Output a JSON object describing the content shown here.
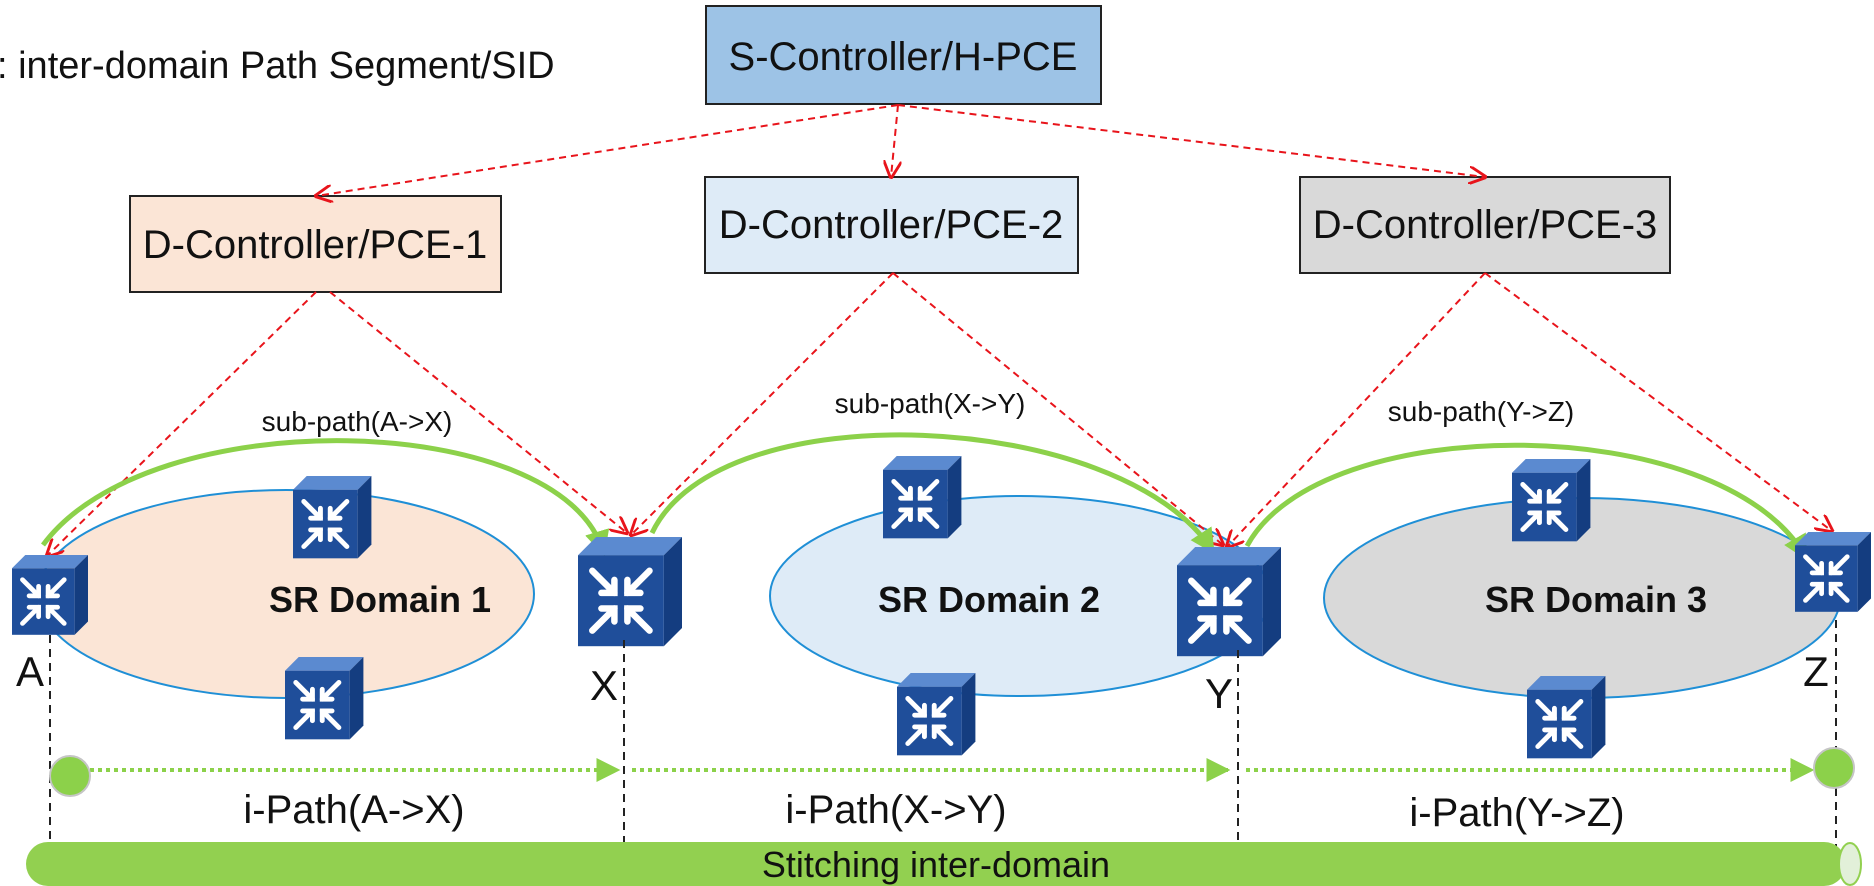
{
  "heading": ": inter-domain Path Segment/SID",
  "controllers": {
    "super": {
      "label": "S-Controller/H-PCE",
      "fill": "#9dc3e6"
    },
    "domain": [
      {
        "label": "D-Controller/PCE-1",
        "fill": "#fbe5d6"
      },
      {
        "label": "D-Controller/PCE-2",
        "fill": "#deebf7"
      },
      {
        "label": "D-Controller/PCE-3",
        "fill": "#d9d9d9"
      }
    ]
  },
  "domains": [
    {
      "label": "SR Domain 1",
      "fill": "#fbe5d6"
    },
    {
      "label": "SR Domain 2",
      "fill": "#deebf7"
    },
    {
      "label": "SR Domain 3",
      "fill": "#d9d9d9"
    }
  ],
  "nodes": [
    "A",
    "X",
    "Y",
    "Z"
  ],
  "sub_paths": [
    "sub-path(A->X)",
    "sub-path(X->Y)",
    "sub-path(Y->Z)"
  ],
  "i_paths": [
    "i-Path(A->X)",
    "i-Path(X->Y)",
    "i-Path(Y->Z)"
  ],
  "stitching": "Stitching inter-domain",
  "colors": {
    "control_link": "#e8141b",
    "path_green": "#8cd14a",
    "stitch_bar": "#92d050",
    "router_blue": "#1f4e9a",
    "ellipse_border": "#1f8fd6"
  },
  "icons": [
    "router-icon"
  ]
}
